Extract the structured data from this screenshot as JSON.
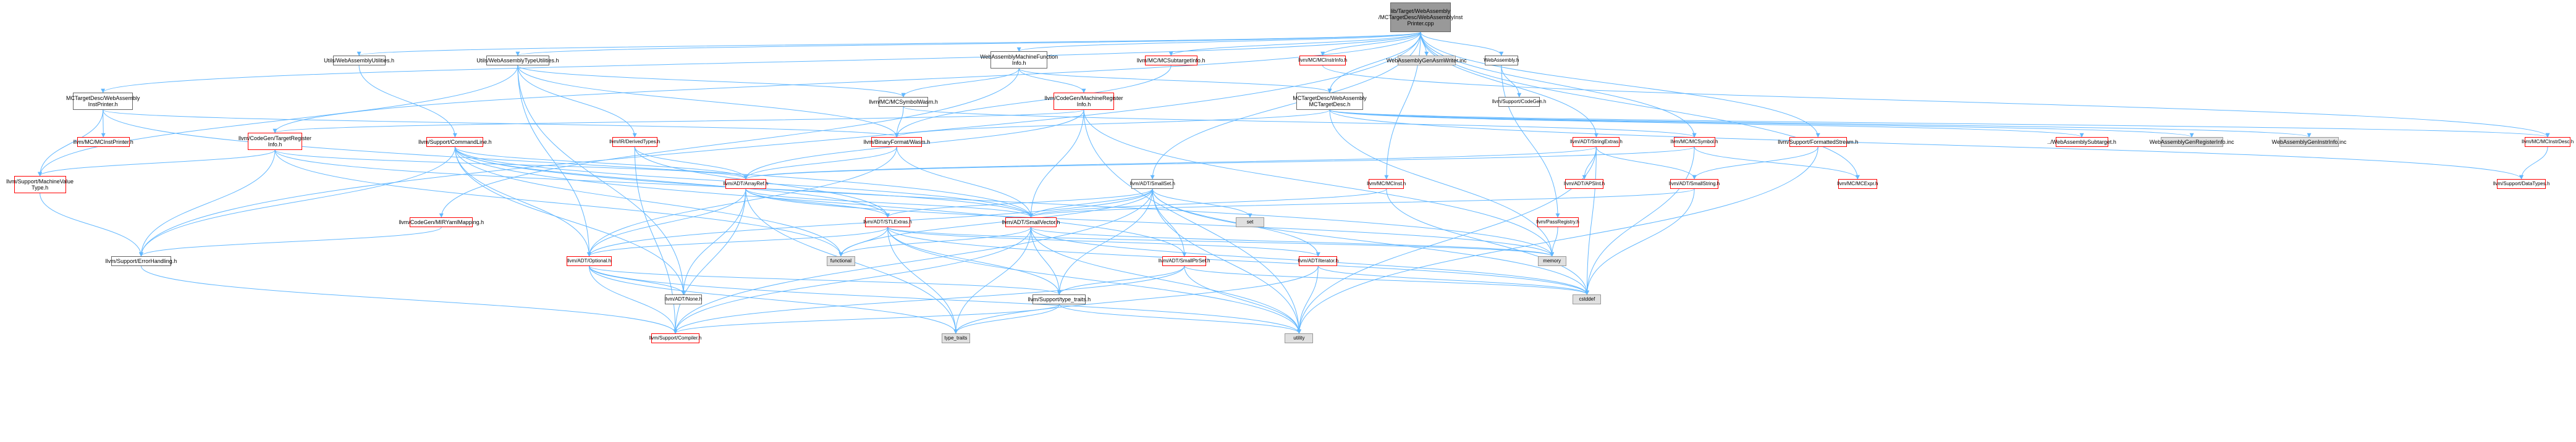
{
  "colors": {
    "edge": "#63b8ff",
    "red_border": "#ff0000",
    "gray_fill": "#e0e0e0",
    "root_fill": "#999999"
  },
  "nodes": [
    {
      "id": "root",
      "label": "lib/Target/WebAssembly\n/MCTargetDesc/WebAssemblyInst\nPrinter.cpp",
      "kind": "root"
    },
    {
      "id": "wauh",
      "label": "Utils/WebAssemblyUtilities.h",
      "kind": "normal"
    },
    {
      "id": "watuh",
      "label": "Utils/WebAssemblyTypeUtilities.h",
      "kind": "normal"
    },
    {
      "id": "wamfi",
      "label": "WebAssemblyMachineFunction\nInfo.h",
      "kind": "normal"
    },
    {
      "id": "mcsub",
      "label": "llvm/MC/MCSubtargetInfo.h",
      "kind": "red"
    },
    {
      "id": "wah",
      "label": "WebAssembly.h",
      "kind": "normal"
    },
    {
      "id": "mcii",
      "label": "llvm/MC/MCInstrInfo.h",
      "kind": "red"
    },
    {
      "id": "wagen",
      "label": "WebAssemblyGenAsmWriter.inc",
      "kind": "gray"
    },
    {
      "id": "mcwip",
      "label": "MCTargetDesc/WebAssembly\nInstPrinter.h",
      "kind": "normal"
    },
    {
      "id": "mcsymw",
      "label": "llvm/MC/MCSymbolWasm.h",
      "kind": "normal"
    },
    {
      "id": "cgmri",
      "label": "llvm/CodeGen/MachineRegister\nInfo.h",
      "kind": "red"
    },
    {
      "id": "supcg",
      "label": "llvm/Support/CodeGen.h",
      "kind": "normal"
    },
    {
      "id": "mctd",
      "label": "MCTargetDesc/WebAssembly\nMCTargetDesc.h",
      "kind": "normal"
    },
    {
      "id": "mcip",
      "label": "llvm/MC/MCInstPrinter.h",
      "kind": "red"
    },
    {
      "id": "cgtri",
      "label": "llvm/CodeGen/TargetRegister\nInfo.h",
      "kind": "red"
    },
    {
      "id": "supcl",
      "label": "llvm/Support/CommandLine.h",
      "kind": "red"
    },
    {
      "id": "irdt",
      "label": "llvm/IR/DerivedTypes.h",
      "kind": "red"
    },
    {
      "id": "binw",
      "label": "llvm/BinaryFormat/Wasm.h",
      "kind": "red"
    },
    {
      "id": "adtse",
      "label": "llvm/ADT/StringExtras.h",
      "kind": "red"
    },
    {
      "id": "mcsym",
      "label": "llvm/MC/MCSymbol.h",
      "kind": "red"
    },
    {
      "id": "supfs",
      "label": "llvm/Support/FormattedStream.h",
      "kind": "red"
    },
    {
      "id": "wast",
      "label": "../WebAssemblySubtarget.h",
      "kind": "red"
    },
    {
      "id": "wagri",
      "label": "WebAssemblyGenRegisterInfo.inc",
      "kind": "gray"
    },
    {
      "id": "wagii",
      "label": "WebAssemblyGenInstrInfo.inc",
      "kind": "gray"
    },
    {
      "id": "mcid",
      "label": "llvm/MC/MCInstrDesc.h",
      "kind": "red"
    },
    {
      "id": "supmvt",
      "label": "llvm/Support/MachineValue\nType.h",
      "kind": "red"
    },
    {
      "id": "adtar",
      "label": "llvm/ADT/ArrayRef.h",
      "kind": "red"
    },
    {
      "id": "adtss",
      "label": "llvm/ADT/SmallSet.h",
      "kind": "normal"
    },
    {
      "id": "mcinst",
      "label": "llvm/MC/MCInst.h",
      "kind": "red"
    },
    {
      "id": "adtapsi",
      "label": "llvm/ADT/APSInt.h",
      "kind": "red"
    },
    {
      "id": "adtsstr",
      "label": "llvm/ADT/SmallString.h",
      "kind": "red"
    },
    {
      "id": "mcexpr",
      "label": "llvm/MC/MCExpr.h",
      "kind": "red"
    },
    {
      "id": "supdt",
      "label": "llvm/Support/DataTypes.h",
      "kind": "red"
    },
    {
      "id": "cgmir",
      "label": "llvm/CodeGen/MIRYamlMapping.h",
      "kind": "red"
    },
    {
      "id": "adtstl",
      "label": "llvm/ADT/STLExtras.h",
      "kind": "red"
    },
    {
      "id": "adtsv",
      "label": "llvm/ADT/SmallVector.h",
      "kind": "red"
    },
    {
      "id": "set",
      "label": "set",
      "kind": "gray"
    },
    {
      "id": "passreg",
      "label": "llvm/PassRegistry.h",
      "kind": "red"
    },
    {
      "id": "supeh",
      "label": "llvm/Support/ErrorHandling.h",
      "kind": "normal"
    },
    {
      "id": "adtopt",
      "label": "llvm/ADT/Optional.h",
      "kind": "red"
    },
    {
      "id": "functional",
      "label": "functional",
      "kind": "gray"
    },
    {
      "id": "memory",
      "label": "memory",
      "kind": "gray"
    },
    {
      "id": "adtsps",
      "label": "llvm/ADT/SmallPtrSet.h",
      "kind": "red"
    },
    {
      "id": "adtit",
      "label": "llvm/ADT/iterator.h",
      "kind": "red"
    },
    {
      "id": "adtnone",
      "label": "llvm/ADT/None.h",
      "kind": "normal"
    },
    {
      "id": "suptt",
      "label": "llvm/Support/type_traits.h",
      "kind": "normal"
    },
    {
      "id": "cstddef",
      "label": "cstddef",
      "kind": "gray"
    },
    {
      "id": "supcomp",
      "label": "llvm/Support/Compiler.h",
      "kind": "red"
    },
    {
      "id": "typetraits",
      "label": "type_traits",
      "kind": "gray"
    },
    {
      "id": "utility",
      "label": "utility",
      "kind": "gray"
    }
  ],
  "edges": [
    [
      "root",
      "wauh"
    ],
    [
      "root",
      "watuh"
    ],
    [
      "root",
      "wamfi"
    ],
    [
      "root",
      "mcsub"
    ],
    [
      "root",
      "wah"
    ],
    [
      "root",
      "mcii"
    ],
    [
      "root",
      "wagen"
    ],
    [
      "root",
      "mcwip"
    ],
    [
      "root",
      "mctd"
    ],
    [
      "root",
      "cgtri"
    ],
    [
      "root",
      "supeh"
    ],
    [
      "root",
      "adtse"
    ],
    [
      "root",
      "mcsym"
    ],
    [
      "root",
      "supfs"
    ],
    [
      "root",
      "adtss"
    ],
    [
      "root",
      "mcinst"
    ],
    [
      "root",
      "mcexpr"
    ],
    [
      "wauh",
      "supcl"
    ],
    [
      "watuh",
      "irdt"
    ],
    [
      "watuh",
      "mcsymw"
    ],
    [
      "watuh",
      "binw"
    ],
    [
      "watuh",
      "supmvt"
    ],
    [
      "watuh",
      "adtopt"
    ],
    [
      "watuh",
      "adtnone"
    ],
    [
      "wamfi",
      "mctd"
    ],
    [
      "wamfi",
      "cgmri"
    ],
    [
      "wamfi",
      "cgmir"
    ],
    [
      "wamfi",
      "mcsymw"
    ],
    [
      "mcsub",
      "binw"
    ],
    [
      "wah",
      "supcg"
    ],
    [
      "wah",
      "passreg"
    ],
    [
      "mcii",
      "mcid"
    ],
    [
      "mcwip",
      "mcip"
    ],
    [
      "mcwip",
      "supmvt"
    ],
    [
      "mcwip",
      "binw"
    ],
    [
      "mcwip",
      "adtsv"
    ],
    [
      "mcsymw",
      "binw"
    ],
    [
      "mcsymw",
      "mcsym"
    ],
    [
      "cgmri",
      "cgtri"
    ],
    [
      "cgmri",
      "adtar"
    ],
    [
      "cgmri",
      "adtsv"
    ],
    [
      "cgmri",
      "memory"
    ],
    [
      "cgmri",
      "utility"
    ],
    [
      "mctd",
      "binw"
    ],
    [
      "mctd",
      "wast"
    ],
    [
      "mctd",
      "wagri"
    ],
    [
      "mctd",
      "wagii"
    ],
    [
      "mctd",
      "mcid"
    ],
    [
      "mctd",
      "supdt"
    ],
    [
      "mctd",
      "memory"
    ],
    [
      "cgtri",
      "supmvt"
    ],
    [
      "cgtri",
      "adtar"
    ],
    [
      "cgtri",
      "adtsv"
    ],
    [
      "cgtri",
      "functional"
    ],
    [
      "cgtri",
      "supeh"
    ],
    [
      "supcl",
      "adtar"
    ],
    [
      "supcl",
      "adtstl"
    ],
    [
      "supcl",
      "adtsv"
    ],
    [
      "supcl",
      "adtopt"
    ],
    [
      "supcl",
      "adtnone"
    ],
    [
      "supcl",
      "functional"
    ],
    [
      "supcl",
      "memory"
    ],
    [
      "supcl",
      "supeh"
    ],
    [
      "supcl",
      "adtsps"
    ],
    [
      "irdt",
      "adtar"
    ],
    [
      "irdt",
      "adtstl"
    ],
    [
      "irdt",
      "supcomp"
    ],
    [
      "binw",
      "adtar"
    ],
    [
      "binw",
      "adtsv"
    ],
    [
      "binw",
      "adtopt"
    ],
    [
      "adtse",
      "adtar"
    ],
    [
      "adtse",
      "adtapsi"
    ],
    [
      "adtse",
      "adtsstr"
    ],
    [
      "adtse",
      "cstddef"
    ],
    [
      "adtse",
      "utility"
    ],
    [
      "mcsym",
      "mcexpr"
    ],
    [
      "mcsym",
      "adtar"
    ],
    [
      "mcsym",
      "cstddef"
    ],
    [
      "supfs",
      "adtsstr"
    ],
    [
      "supfs",
      "utility"
    ],
    [
      "mcid",
      "supdt"
    ],
    [
      "supmvt",
      "supeh"
    ],
    [
      "adtar",
      "adtstl"
    ],
    [
      "adtar",
      "adtsv"
    ],
    [
      "adtar",
      "adtnone"
    ],
    [
      "adtar",
      "adtopt"
    ],
    [
      "adtar",
      "supcomp"
    ],
    [
      "adtar",
      "typetraits"
    ],
    [
      "adtar",
      "memory"
    ],
    [
      "adtss",
      "adtsv"
    ],
    [
      "adtss",
      "adtsps"
    ],
    [
      "adtss",
      "adtstl"
    ],
    [
      "adtss",
      "adtit"
    ],
    [
      "adtss",
      "set"
    ],
    [
      "adtss",
      "adtopt"
    ],
    [
      "adtss",
      "supcomp"
    ],
    [
      "adtss",
      "suptt"
    ],
    [
      "adtss",
      "functional"
    ],
    [
      "adtss",
      "utility"
    ],
    [
      "adtss",
      "cstddef"
    ],
    [
      "mcinst",
      "adtsv"
    ],
    [
      "mcinst",
      "cstddef"
    ],
    [
      "adtsstr",
      "adtsv"
    ],
    [
      "adtsstr",
      "cstddef"
    ],
    [
      "cgmir",
      "supeh"
    ],
    [
      "adtstl",
      "adtopt"
    ],
    [
      "adtstl",
      "adtit"
    ],
    [
      "adtstl",
      "functional"
    ],
    [
      "adtstl",
      "memory"
    ],
    [
      "adtstl",
      "utility"
    ],
    [
      "adtstl",
      "cstddef"
    ],
    [
      "adtstl",
      "typetraits"
    ],
    [
      "adtstl",
      "suptt"
    ],
    [
      "adtsv",
      "supcomp"
    ],
    [
      "adtsv",
      "suptt"
    ],
    [
      "adtsv",
      "memory"
    ],
    [
      "adtsv",
      "utility"
    ],
    [
      "adtsv",
      "cstddef"
    ],
    [
      "adtsv",
      "functional"
    ],
    [
      "adtsv",
      "typetraits"
    ],
    [
      "passreg",
      "memory"
    ],
    [
      "adtsps",
      "supcomp"
    ],
    [
      "adtsps",
      "suptt"
    ],
    [
      "adtsps",
      "utility"
    ],
    [
      "adtsps",
      "cstddef"
    ],
    [
      "adtit",
      "cstddef"
    ],
    [
      "adtit",
      "utility"
    ],
    [
      "adtit",
      "typetraits"
    ],
    [
      "adtopt",
      "adtnone"
    ],
    [
      "adtopt",
      "supcomp"
    ],
    [
      "adtopt",
      "suptt"
    ],
    [
      "adtopt",
      "typetraits"
    ],
    [
      "adtopt",
      "utility"
    ],
    [
      "supeh",
      "supcomp"
    ],
    [
      "suptt",
      "supcomp"
    ],
    [
      "suptt",
      "typetraits"
    ],
    [
      "suptt",
      "utility"
    ]
  ]
}
